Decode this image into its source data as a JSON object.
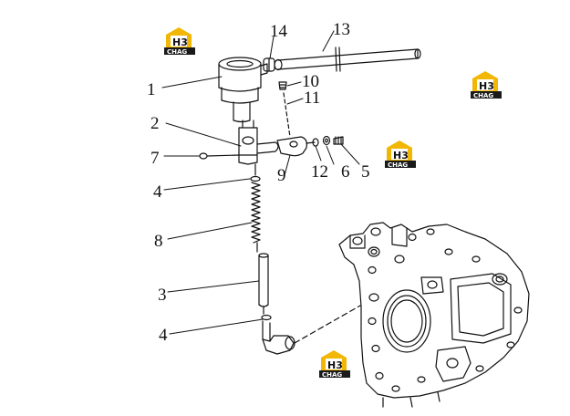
{
  "callouts": [
    {
      "id": "1",
      "text": "1"
    },
    {
      "id": "2",
      "text": "2"
    },
    {
      "id": "3",
      "text": "3"
    },
    {
      "id": "4a",
      "text": "4"
    },
    {
      "id": "4b",
      "text": "4"
    },
    {
      "id": "5",
      "text": "5"
    },
    {
      "id": "6",
      "text": "6"
    },
    {
      "id": "7",
      "text": "7"
    },
    {
      "id": "8",
      "text": "8"
    },
    {
      "id": "9",
      "text": "9"
    },
    {
      "id": "10",
      "text": "10"
    },
    {
      "id": "11",
      "text": "11"
    },
    {
      "id": "12",
      "text": "12"
    },
    {
      "id": "13",
      "text": "13"
    },
    {
      "id": "14",
      "text": "14"
    }
  ],
  "watermark": {
    "logo": "H3",
    "word": "CHAG",
    "color": "#f2b705"
  },
  "colors": {
    "line": "#111111",
    "background": "#ffffff"
  }
}
